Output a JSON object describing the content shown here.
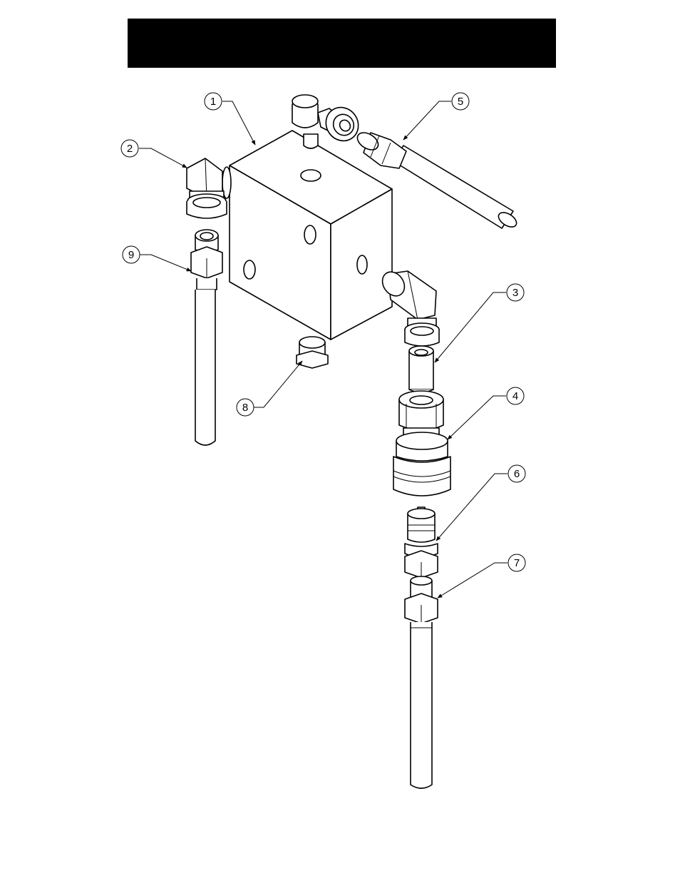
{
  "header": {
    "title": "",
    "color": "#000000"
  },
  "callouts": [
    {
      "id": "1",
      "label": "1"
    },
    {
      "id": "2",
      "label": "2"
    },
    {
      "id": "3",
      "label": "3"
    },
    {
      "id": "4",
      "label": "4"
    },
    {
      "id": "5",
      "label": "5"
    },
    {
      "id": "6",
      "label": "6"
    },
    {
      "id": "7",
      "label": "7"
    },
    {
      "id": "8",
      "label": "8"
    },
    {
      "id": "9",
      "label": "9"
    }
  ]
}
